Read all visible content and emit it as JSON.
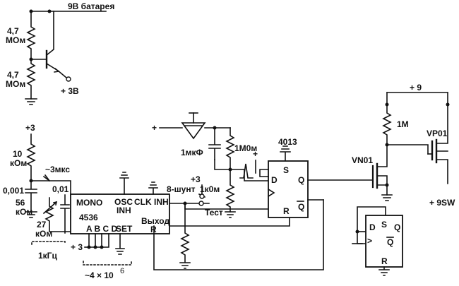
{
  "labels": {
    "battery": "9В батарея",
    "r_top": [
      "4,7",
      "МОм"
    ],
    "r_bottom": [
      "4,7",
      "МОм"
    ],
    "plus3v": "+ 3В",
    "plus3_a": "+3",
    "r10k": [
      "10",
      "кОм"
    ],
    "c_0001": "0,001",
    "c_001": "0,01",
    "r56k": [
      "56",
      "кОм"
    ],
    "r27k": [
      "27",
      "кОм"
    ],
    "freq": "1кГц",
    "pulse": "~3мкс",
    "ic4536": "4536",
    "mono": "MONO",
    "osc_inh": [
      "OSC",
      "INH"
    ],
    "clk_inh": "CLK INH",
    "out": "Выход",
    "r_pin": "R",
    "abcd": "A B C D",
    "set": "SET",
    "plus3_b": "+ 3",
    "divider": "~4 × 10",
    "divider_exp": "6",
    "shunt": "8-шунт",
    "plus3_c": "+3",
    "test": "Тест",
    "cap_1mkf": "1мкФ",
    "r1m0m": "1М0м",
    "r1k0m": "1к0м",
    "plus_left": "+",
    "plus_mid": "+",
    "ic4013": "4013",
    "ff_s": "S",
    "ff_d": "D",
    "ff_q": "Q",
    "ff_qbar": "Q",
    "ff_r": "R",
    "vn01": "VN01",
    "r1m": "1М",
    "plus9": "+ 9",
    "vp01": "VP01",
    "plus9sw": "+ 9SW",
    "ff2_s": "S",
    "ff2_d": "D",
    "ff2_q": "Q",
    "ff2_gt": ">",
    "ff2_qbar": "Q",
    "ff2_r": "R"
  }
}
